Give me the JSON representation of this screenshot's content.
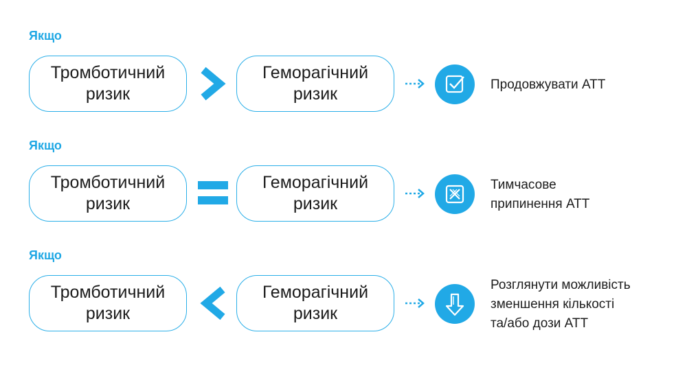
{
  "rows": [
    {
      "heading": "Якщо",
      "left_box": "Тромботичний\nризик",
      "right_box": "Геморагічний\nризик",
      "operator": "greater-than",
      "icon": "check-icon",
      "result": "Продовжувати АТТ"
    },
    {
      "heading": "Якщо",
      "left_box": "Тромботичний\nризик",
      "right_box": "Геморагічний\nризик",
      "operator": "equals",
      "icon": "x-icon",
      "result": "Тимчасове\nприпинення АТТ"
    },
    {
      "heading": "Якщо",
      "left_box": "Тромботичний\nризик",
      "right_box": "Геморагічний\nризик",
      "operator": "less-than",
      "icon": "arrow-down-icon",
      "result": "Розглянути можливість\nзменшення кількості\nта/або дози АТТ"
    }
  ],
  "colors": {
    "accent": "#21a9e6",
    "border": "#29aee8",
    "text": "#1c1c1c"
  }
}
